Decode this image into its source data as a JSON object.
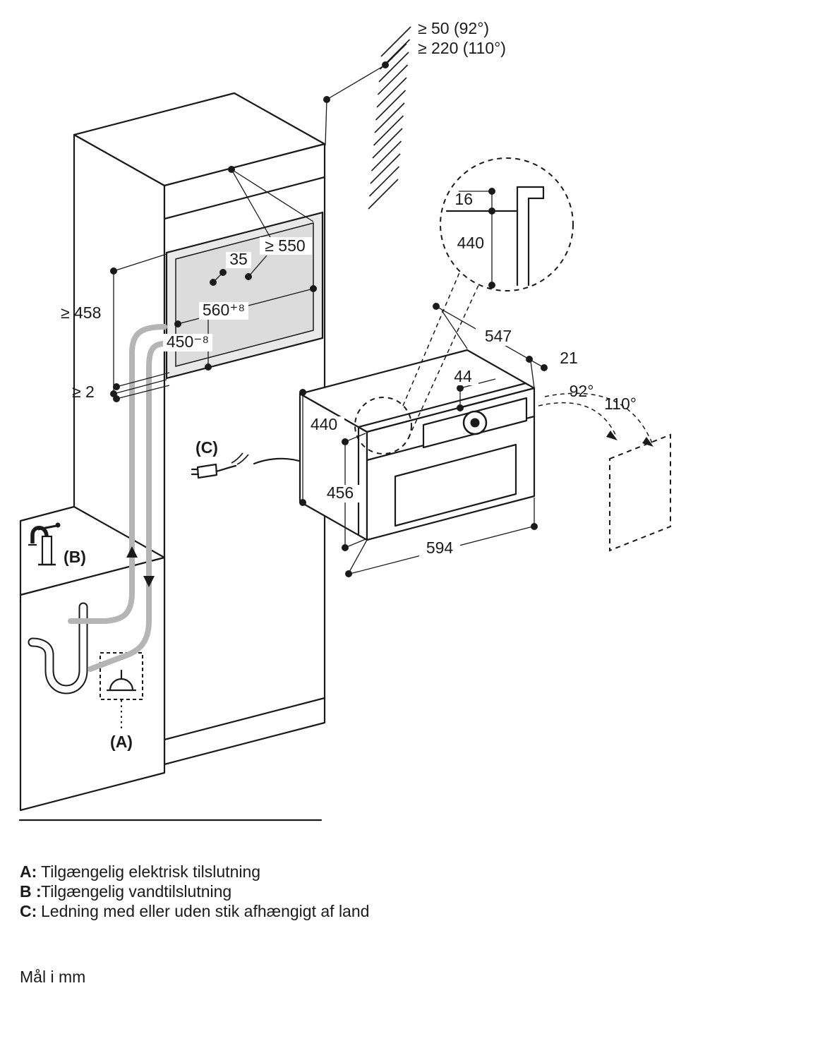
{
  "page": {
    "background": "#ffffff"
  },
  "diagram": {
    "wall": {
      "clearance_92": "≥ 50 (92°)",
      "clearance_110": "≥ 220 (110°)"
    },
    "detail": {
      "dim_16": "16",
      "dim_440": "440"
    },
    "niche": {
      "dim_35": "35",
      "dim_550": "≥ 550",
      "dim_560": "560⁺⁸",
      "dim_450": "450⁻⁸",
      "dim_458": "≥ 458",
      "dim_2": "≥ 2"
    },
    "oven": {
      "dim_547": "547",
      "dim_21": "21",
      "dim_44": "44",
      "angle_92": "92°",
      "angle_110": "110°",
      "dim_440": "440",
      "dim_456": "456",
      "dim_594": "594"
    },
    "callouts": {
      "a": "(A)",
      "b": "(B)",
      "c": "(C)"
    }
  },
  "legend": {
    "items": [
      {
        "key": "A:",
        "text": "Tilgængelig elektrisk tilslutning"
      },
      {
        "key": "B :",
        "text": "Tilgængelig vandtilslutning"
      },
      {
        "key": "C:",
        "text": "Ledning med eller uden stik afhængigt af land"
      }
    ],
    "units": "Mål i mm"
  },
  "colors": {
    "line": "#1a1a1a",
    "niche_fill": "#e9e9e9",
    "niche_inner_fill": "#dcdcdc",
    "hose": "#b5b5b5"
  }
}
